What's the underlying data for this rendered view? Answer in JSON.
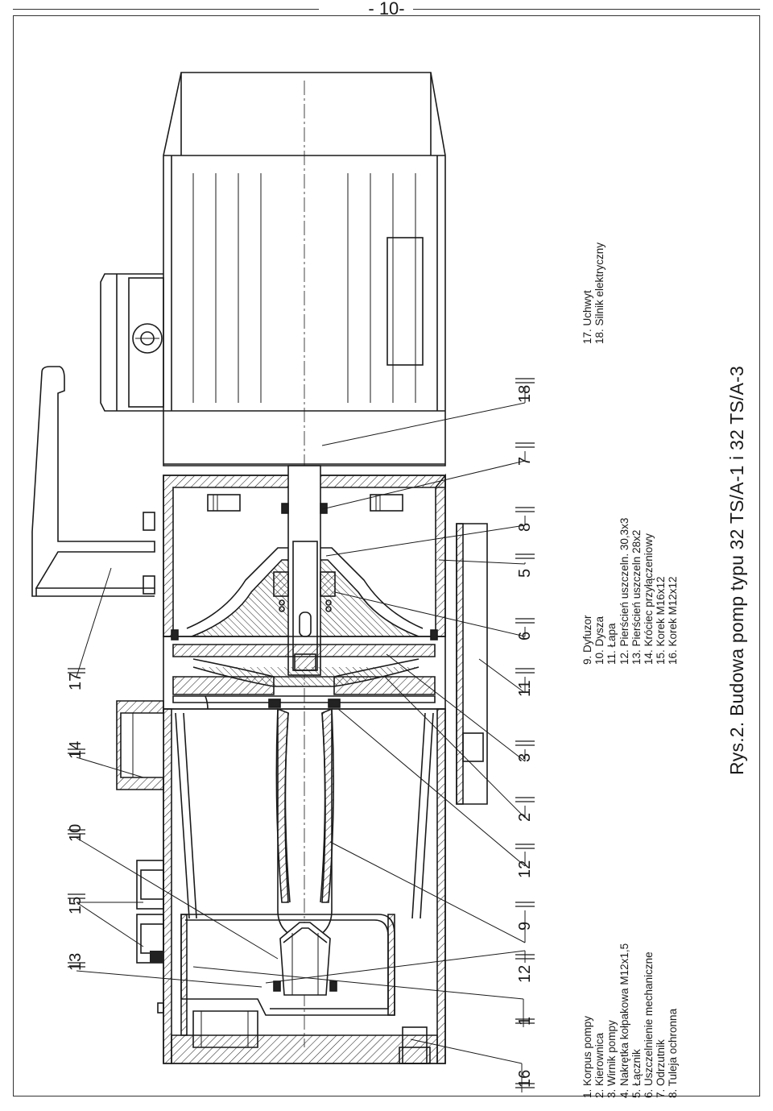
{
  "page_number": "- 10-",
  "caption": "Rys.2.  Budowa pomp typu 32 TS/A-1 i 32 TS/A-3",
  "callouts_bottom": [
    "16",
    "1",
    "12",
    "9",
    "12",
    "2",
    "3",
    "11",
    "6",
    "5",
    "8",
    "7",
    "18"
  ],
  "callouts_top": [
    "13",
    "15",
    "10",
    "14",
    "17"
  ],
  "legend": {
    "col1": [
      "1. Korpus pompy",
      "2. Kierownica",
      "3. Wirnik pompy",
      "4. Nakrętka kołpakowa M12x1,5",
      "5. Łącznik",
      "6. Uszczelnienie mechaniczne",
      "7. Odrzutnik",
      "8. Tuleja ochronna"
    ],
    "col2": [
      "9. Dyfuzor",
      "10. Dysza",
      "11. Łapa",
      "12. Pierścień uszczeln. 30,3x3",
      "13. Pierścień uszczeln 28x2",
      "14. Króciec przyłączeniowy",
      "15. Korek M16x12",
      "16. Korek M12x12"
    ],
    "col3": [
      "17. Uchwyt",
      "18. Silnik elektryczny"
    ]
  }
}
